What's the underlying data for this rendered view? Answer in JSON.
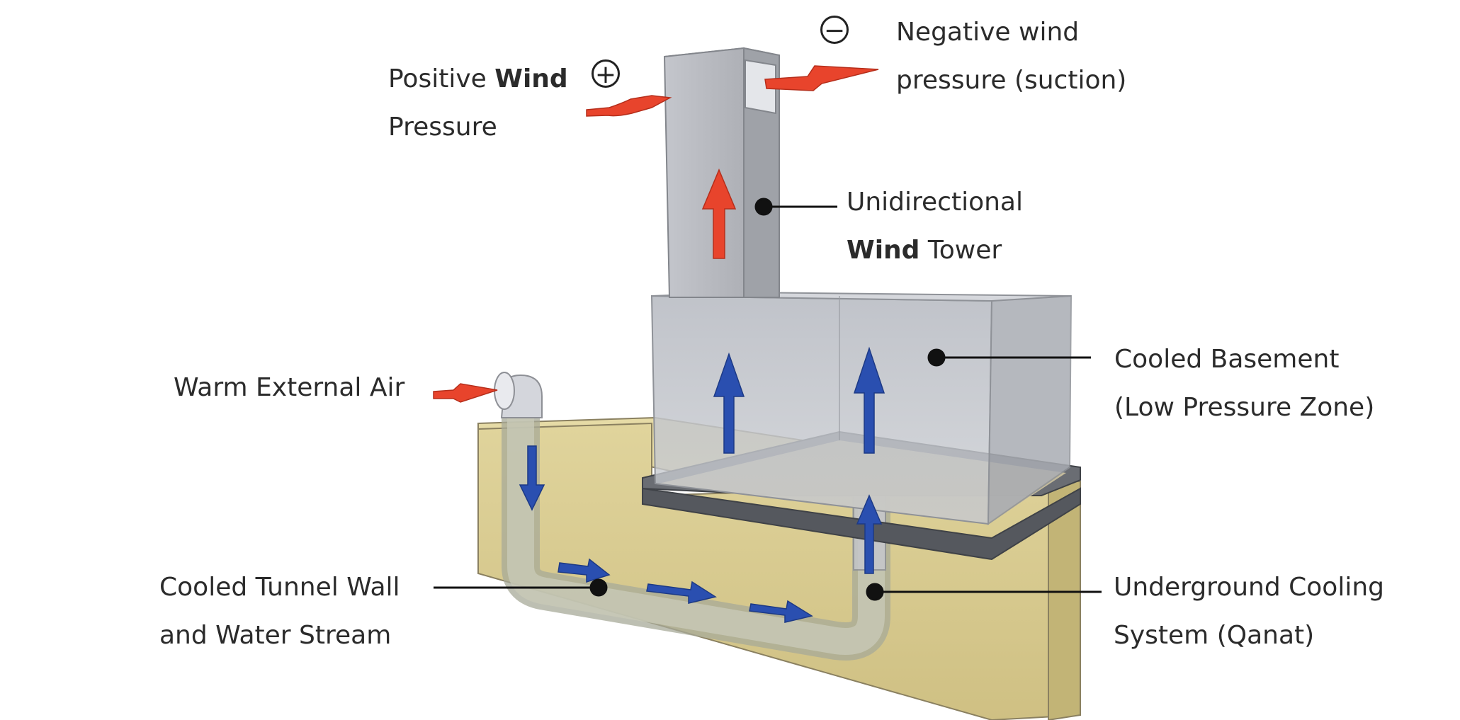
{
  "labels": {
    "positive_wind": {
      "line1_a": "Positive ",
      "line1_b": "Wind",
      "line2": "Pressure",
      "sign": "+"
    },
    "negative_wind": {
      "line1": "Negative wind",
      "line2": "pressure (suction)",
      "sign": "−"
    },
    "wind_tower": {
      "line1": "Unidirectional",
      "line2_a": "Wind",
      "line2_b": " Tower"
    },
    "basement": {
      "line1": "Cooled Basement",
      "line2": "(Low Pressure Zone)"
    },
    "warm_air": {
      "line1": "Warm External Air"
    },
    "tunnel_wall": {
      "line1": "Cooled Tunnel Wall",
      "line2": "and Water Stream"
    },
    "qanat": {
      "line1": "Underground Cooling",
      "line2": "System (Qanat)"
    }
  },
  "colors": {
    "warm_arrow": "#e8442c",
    "cool_arrow": "#2a4fb0",
    "soil": "#d8cb8f",
    "soil_dark": "#c7b97a",
    "tower": "#b8bac0",
    "tower_side": "#9ea0a6",
    "basement_glass": "#b9bcc3",
    "slab": "#5d6066"
  }
}
